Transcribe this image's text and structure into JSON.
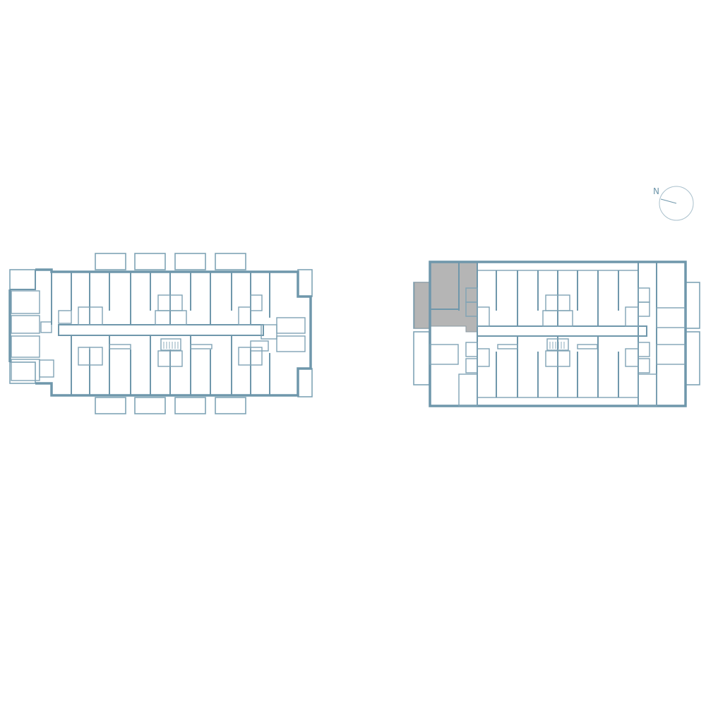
{
  "compass": {
    "label": "N",
    "icon": "north-arrow-icon"
  },
  "buildings": [
    {
      "name": "building-left",
      "highlighted_units": 0
    },
    {
      "name": "building-right",
      "highlighted_units": 1
    }
  ],
  "colors": {
    "walls": "#6f97ab",
    "highlight": "#b5b5b5",
    "background": "#ffffff"
  }
}
